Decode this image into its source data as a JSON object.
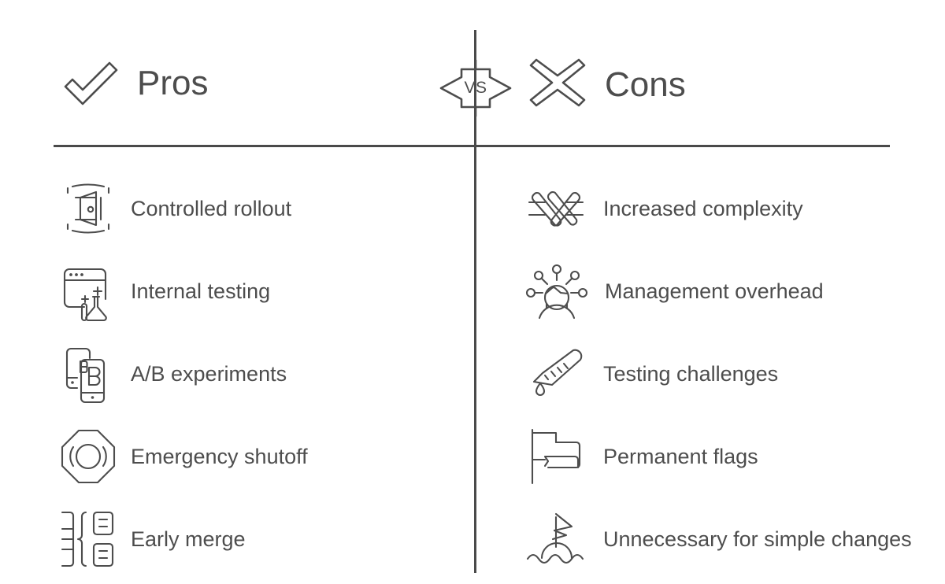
{
  "title": "Pros and Cons comparison",
  "center": {
    "badge_label": "VS",
    "badge_icon": "vs-arrows-icon"
  },
  "colors": {
    "ink": "#4d4d4d",
    "rule": "#4a4a4a",
    "background": "#ffffff"
  },
  "columns": {
    "pros": {
      "heading": "Pros",
      "heading_icon": "checkmark-icon",
      "items": [
        {
          "label": "Controlled rollout",
          "icon": "door-gate-icon"
        },
        {
          "label": "Internal testing",
          "icon": "browser-flask-icon"
        },
        {
          "label": "A/B experiments",
          "icon": "ab-phones-icon"
        },
        {
          "label": "Emergency shutoff",
          "icon": "octagon-stop-icon"
        },
        {
          "label": "Early merge",
          "icon": "branch-merge-icon"
        }
      ]
    },
    "cons": {
      "heading": "Cons",
      "heading_icon": "cross-x-icon",
      "items": [
        {
          "label": "Increased complexity",
          "icon": "tangled-knot-icon"
        },
        {
          "label": "Management overhead",
          "icon": "person-network-icon"
        },
        {
          "label": "Testing challenges",
          "icon": "pipette-drop-icon"
        },
        {
          "label": "Permanent flags",
          "icon": "double-flag-icon"
        },
        {
          "label": "Unnecessary for simple changes",
          "icon": "buoy-waves-icon"
        }
      ]
    }
  }
}
